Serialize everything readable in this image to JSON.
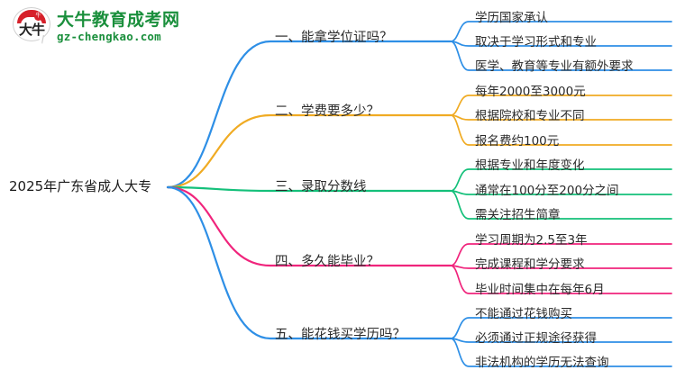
{
  "logo": {
    "mark_char": "大牛",
    "badge_char": "牛",
    "title": "大牛教育成考网",
    "subtitle": "gz-chengkao.com",
    "brand_green": "#1a8f3c",
    "brand_red": "#d6202a"
  },
  "mindmap": {
    "root": "2025年广东省成人大专",
    "branches": [
      {
        "label": "一、能拿学位证吗？",
        "color": "#2e8fe6",
        "children": [
          "学历国家承认",
          "取决于学习形式和专业",
          "医学、教育等专业有额外要求"
        ]
      },
      {
        "label": "二、学费要多少？",
        "color": "#f0ab23",
        "children": [
          "每年2000至3000元",
          "根据院校和专业不同",
          "报名费约100元"
        ]
      },
      {
        "label": "三、录取分数线",
        "color": "#14c07a",
        "children": [
          "根据专业和年度变化",
          "通常在100分至200分之间",
          "需关注招生简章"
        ]
      },
      {
        "label": "四、多久能毕业？",
        "color": "#f0247c",
        "children": [
          "学习周期为2.5至3年",
          "完成课程和学分要求",
          "毕业时间集中在每年6月"
        ]
      },
      {
        "label": "五、能花钱买学历吗？",
        "color": "#2e8fe6",
        "children": [
          "不能通过花钱购买",
          "必须通过正规途径获得",
          "非法机构的学历无法查询"
        ]
      }
    ]
  }
}
